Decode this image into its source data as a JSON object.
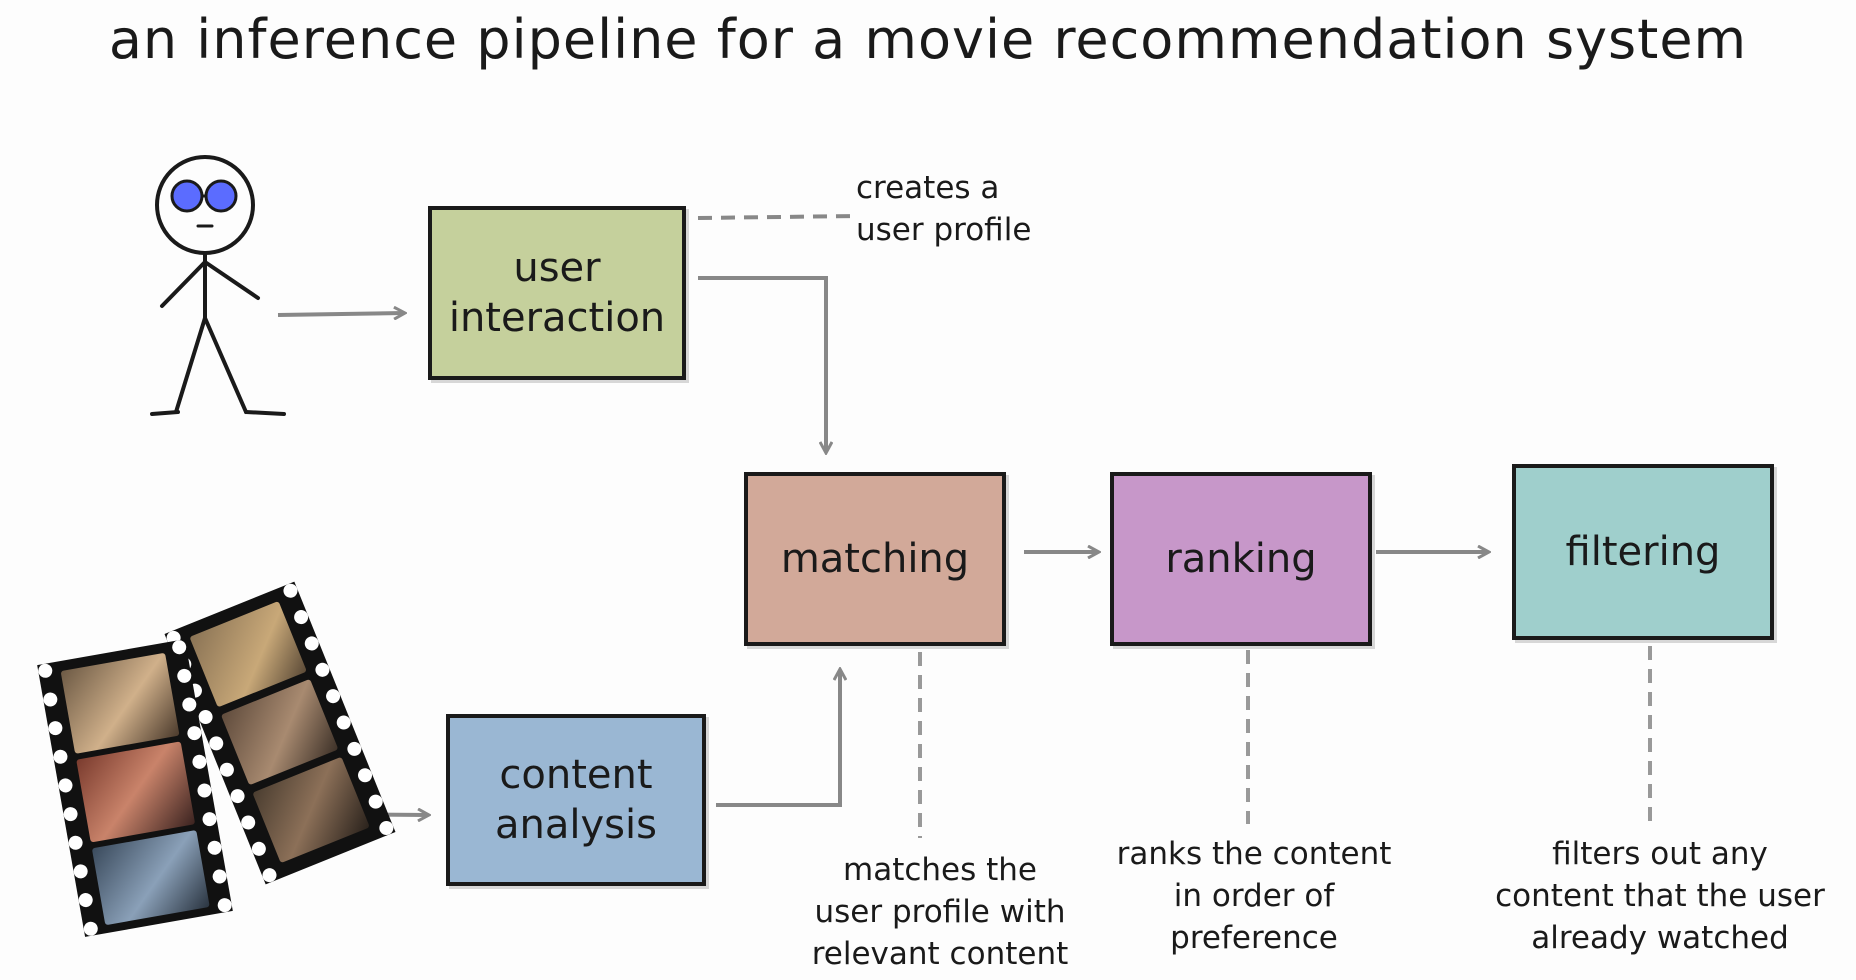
{
  "title": "an inference pipeline for a movie recommendation system",
  "boxes": {
    "user_interaction": {
      "label": "user\ninteraction",
      "color": "#c5d09c"
    },
    "content_analysis": {
      "label": "content\nanalysis",
      "color": "#9ab7d3"
    },
    "matching": {
      "label": "matching",
      "color": "#d2a999"
    },
    "ranking": {
      "label": "ranking",
      "color": "#c797c9"
    },
    "filtering": {
      "label": "filtering",
      "color": "#9fcfcc"
    }
  },
  "notes": {
    "user_profile": "creates a\nuser profile",
    "matching": "matches the\nuser profile with\nrelevant content",
    "ranking": "ranks the content\nin order of\npreference",
    "filtering": "filters out any\ncontent that the user\nalready watched"
  },
  "icons": {
    "user": "stick-figure-icon",
    "movies": "film-strip-icon"
  }
}
